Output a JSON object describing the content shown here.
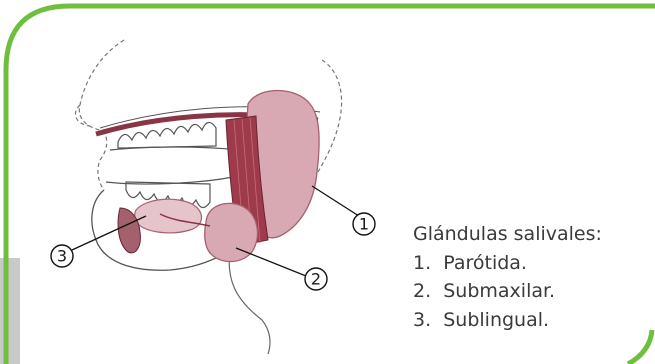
{
  "legend": {
    "title": "Glándulas salivales:",
    "items": [
      {
        "number": "1.",
        "label": "Parótida."
      },
      {
        "number": "2.",
        "label": "Submaxilar."
      },
      {
        "number": "3.",
        "label": "Sublingual."
      }
    ]
  },
  "callouts": [
    "1",
    "2",
    "3"
  ],
  "colors": {
    "frame_border": "#6fbf3f",
    "gland_fill": "#d9a9b3",
    "gland_dark": "#a5606e",
    "muscle_band": "#9e3b4b",
    "text": "#3a3a3a",
    "side_band": "#c9c9c9"
  }
}
